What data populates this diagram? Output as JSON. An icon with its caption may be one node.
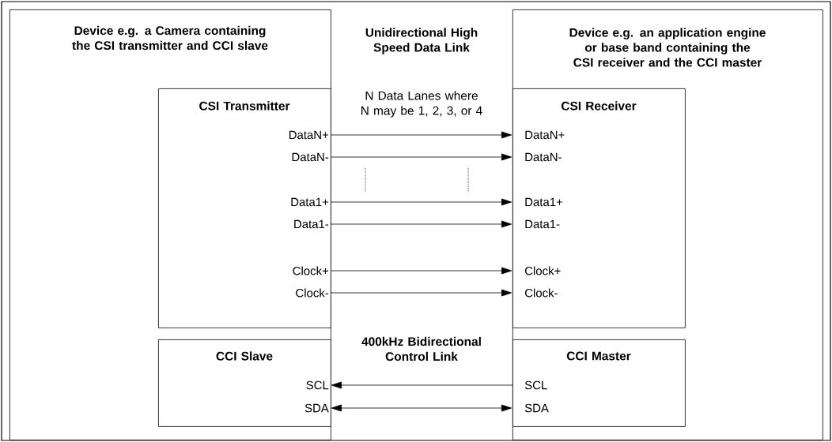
{
  "diagram": {
    "nodes": [
      {
        "text": [
          "Device e.g. a Camera containing the CSI transmitter and CCI slave"
        ]
      },
      {
        "text": [
          "CSI Transmitter"
        ],
        "in": 0
      },
      {
        "text": [
          "DataN+"
        ],
        "in": 1
      },
      {
        "text": [
          "DataN-"
        ],
        "in": 1
      },
      {
        "text": [
          "Data1+"
        ],
        "in": 1
      },
      {
        "text": [
          "Data1-"
        ],
        "in": 1
      },
      {
        "text": [
          "Clock+"
        ],
        "in": 1
      },
      {
        "text": [
          "Clock-"
        ],
        "in": 1
      },
      {
        "text": [
          "CCI Slave"
        ],
        "in": 0
      },
      {
        "text": [
          "SCL"
        ],
        "in": 8
      },
      {
        "text": [
          "SDA"
        ],
        "in": 8
      },
      {
        "text": [
          "Device e.g. an application engine or base band containing the CSI receiver and the CCI master"
        ]
      },
      {
        "text": [
          "CSI Receiver"
        ],
        "in": 11
      },
      {
        "text": [
          "DataN+"
        ],
        "in": 12
      },
      {
        "text": [
          "DataN-"
        ],
        "in": 12
      },
      {
        "text": [
          "Data1+"
        ],
        "in": 12
      },
      {
        "text": [
          "Data1-"
        ],
        "in": 12
      },
      {
        "text": [
          "Clock+"
        ],
        "in": 12
      },
      {
        "text": [
          "Clock-"
        ],
        "in": 12
      },
      {
        "text": [
          "CCI Master"
        ],
        "in": 11
      },
      {
        "text": [
          "SCL"
        ],
        "in": 19
      },
      {
        "text": [
          "SDA"
        ],
        "in": 19
      }
    ],
    "edges": [
      {
        "from": 2,
        "to": 13,
        "arrow": "to"
      },
      {
        "from": 3,
        "to": 14,
        "arrow": "to"
      },
      {
        "from": 4,
        "to": 15,
        "arrow": "to"
      },
      {
        "from": 5,
        "to": 16,
        "arrow": "to"
      },
      {
        "from": 6,
        "to": 17,
        "arrow": "to"
      },
      {
        "from": 7,
        "to": 18,
        "arrow": "to"
      },
      {
        "from": 20,
        "to": 9,
        "arrow": "to"
      },
      {
        "from": 10,
        "to": 21,
        "arrow": "both"
      }
    ],
    "labels": [
      "Unidirectional High Speed Data Link",
      "N Data Lanes where N may be 1, 2, 3, or 4",
      "400kHz Bidirectional Control Link"
    ]
  }
}
